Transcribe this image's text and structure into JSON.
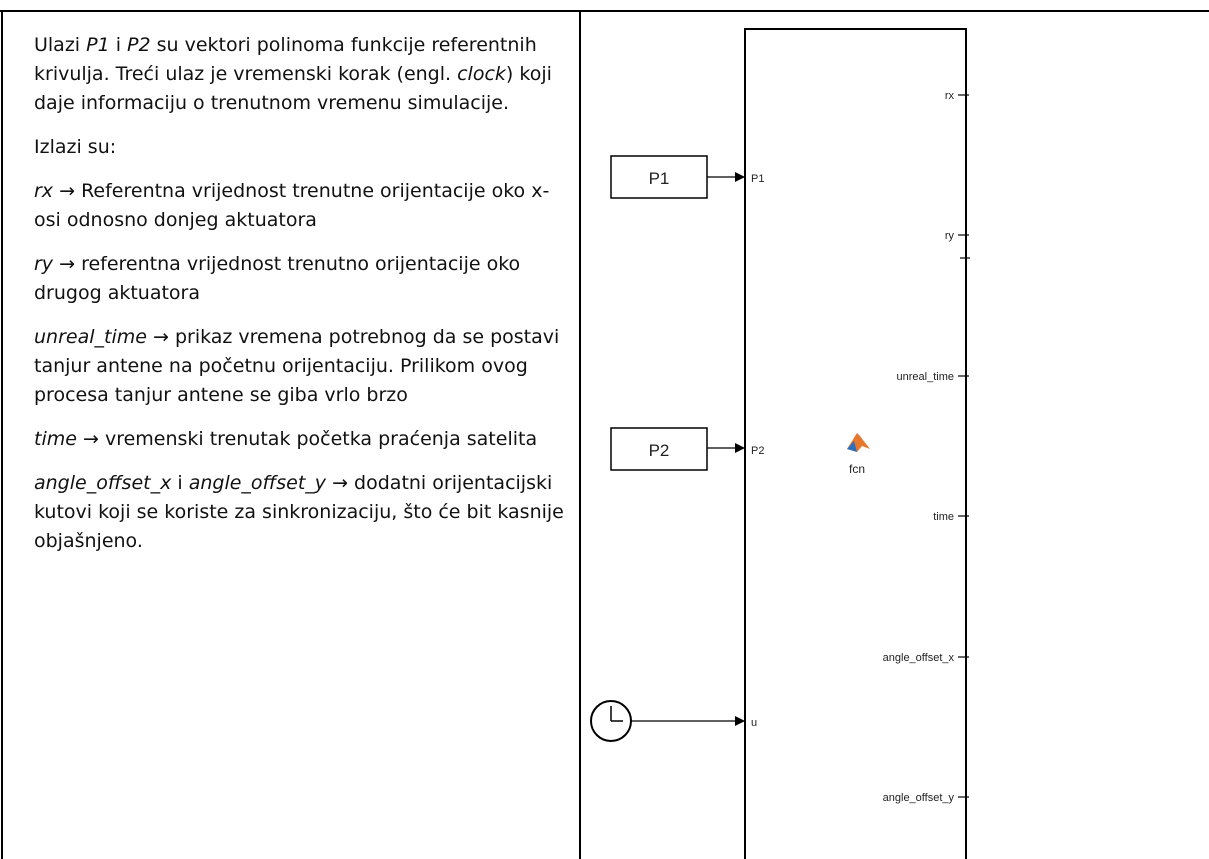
{
  "description": {
    "intro": {
      "t1": "Ulazi ",
      "p1": "P1",
      "t2": " i ",
      "p2": "P2",
      "t3": " su vektori polinoma funkcije referentnih krivulja. Treći ulaz je vremenski korak (engl. ",
      "clock": "clock",
      "t4": ") koji daje informaciju o trenutnom vremenu simulacije."
    },
    "outputs_heading": "Izlazi su:",
    "arrow": "→",
    "outputs": [
      {
        "name": "rx",
        "text": " Referentna vrijednost trenutne orijentacije oko x-osi odnosno donjeg aktuatora"
      },
      {
        "name": "ry",
        "text": " referentna vrijednost trenutno orijentacije oko drugog aktuatora"
      },
      {
        "name": "unreal_time",
        "text": " prikaz vremena potrebnog da se postavi tanjur antene na početnu orijentaciju. Prilikom ovog procesa tanjur antene se giba vrlo brzo"
      },
      {
        "name": "time",
        "text": " vremenski trenutak početka praćenja satelita"
      }
    ],
    "offsets": {
      "name_x": "angle_offset_x",
      "conj": " i ",
      "name_y": "angle_offset_y",
      "text": " dodatni orijentacijski kutovi koji se koriste za sinkronizaciju, što će bit kasnije objašnjeno."
    }
  },
  "diagram": {
    "inputs": {
      "const_p1": "P1",
      "const_p2": "P2",
      "port_p1": "P1",
      "port_p2": "P2",
      "port_u": "u"
    },
    "function_label": "fcn",
    "outputs": [
      "rx",
      "ry",
      "unreal_time",
      "time",
      "angle_offset_x",
      "angle_offset_y"
    ],
    "colors": {
      "block_border": "#000000",
      "matlab_orange": "#e8772e",
      "matlab_blue": "#2a6fbf"
    }
  }
}
